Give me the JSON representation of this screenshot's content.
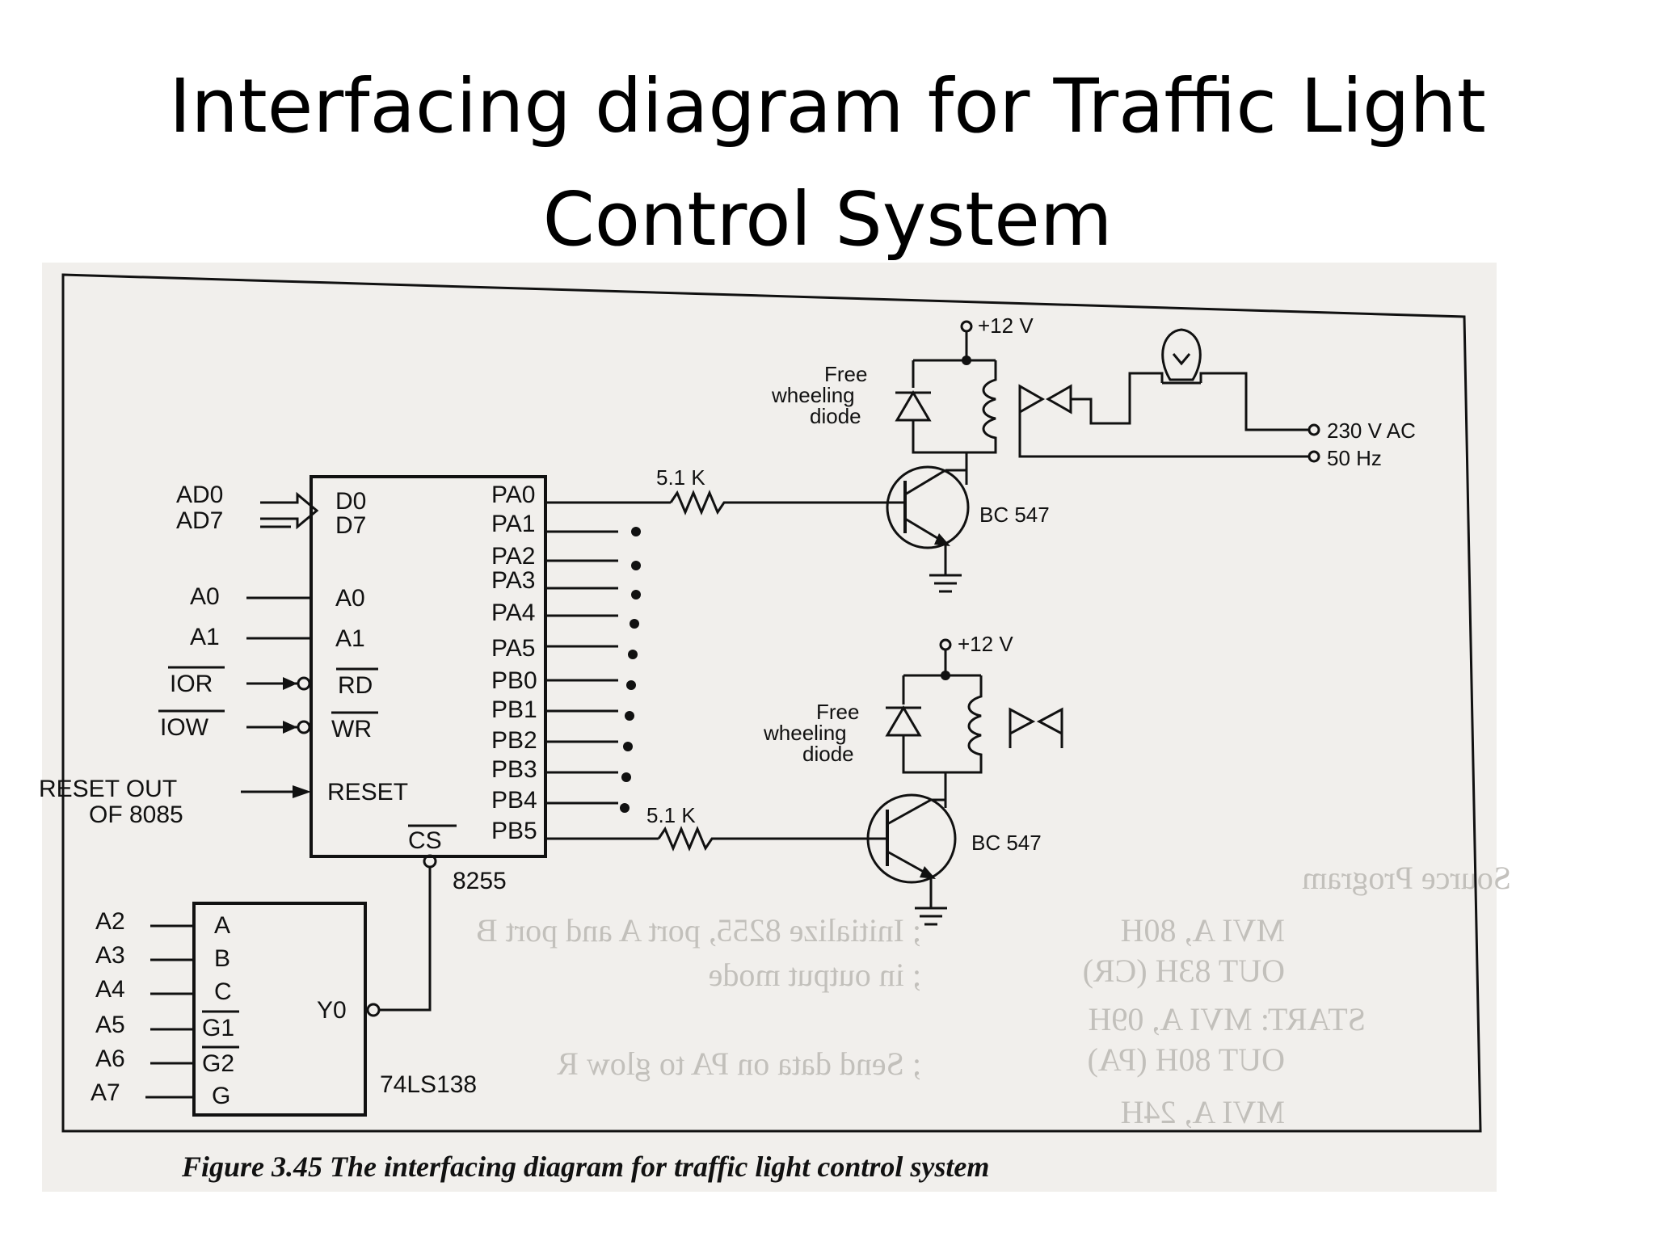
{
  "slide": {
    "title_line1": "Interfacing diagram for Traffic Light",
    "title_line2": "Control System"
  },
  "diagram": {
    "caption": "Figure 3.45 The interfacing diagram for traffic light control system",
    "ic_8255": {
      "name": "8255",
      "left_pins": [
        "D0",
        "D7",
        "A0",
        "A1",
        "RD",
        "WR",
        "RESET"
      ],
      "right_pins": [
        "PA0",
        "PA1",
        "PA2",
        "PA3",
        "PA4",
        "PA5",
        "PB0",
        "PB1",
        "PB2",
        "PB3",
        "PB4",
        "PB5"
      ],
      "cs_pin": "CS"
    },
    "bus_signals": [
      "AD0",
      "AD7",
      "A0",
      "A1",
      "IOR",
      "IOW",
      "RESET OUT",
      "OF 8085"
    ],
    "decoder": {
      "name": "74LS138",
      "inputs": [
        "A2",
        "A3",
        "A4",
        "A5",
        "A6",
        "A7"
      ],
      "pins": [
        "A",
        "B",
        "C",
        "G1",
        "G2",
        "G"
      ],
      "output": "Y0"
    },
    "driver_top": {
      "supply": "+12 V",
      "diode_label": [
        "Free",
        "wheeling",
        "diode"
      ],
      "resistor": "5.1 K",
      "transistor": "BC 547",
      "ac_label": "230 V AC",
      "freq_label": "50 Hz"
    },
    "driver_bottom": {
      "supply": "+12 V",
      "diode_label": [
        "Free",
        "wheeling",
        "diode"
      ],
      "resistor": "5.1 K",
      "transistor": "BC 547"
    },
    "background_bleed": {
      "heading": "Source Program",
      "lines": [
        "MVI A, 80H",
        "OUT 83H (CR)",
        "START:  MVI A, 09H",
        "OUT 80H (PA)",
        "MVI A, 24H"
      ],
      "comments": [
        "; Initialize 8255, port A and port B",
        "; in output mode",
        "; Send data on PA to glow R"
      ]
    }
  }
}
